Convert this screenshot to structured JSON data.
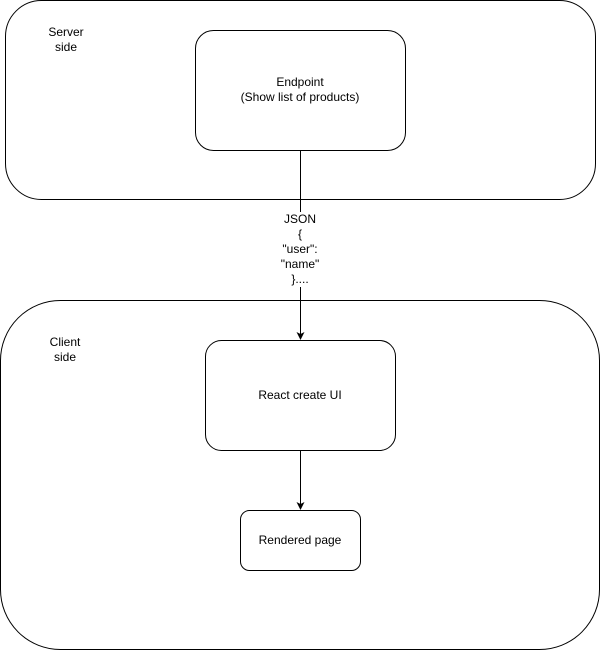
{
  "server_zone": {
    "label_line1": "Server",
    "label_line2": "side"
  },
  "endpoint_box": {
    "line1": "Endpoint",
    "line2": "(Show list of products)"
  },
  "json_payload": {
    "line1": "JSON",
    "line2": "{",
    "line3": "\"user\":",
    "line4": "\"name\"",
    "line5": "}...."
  },
  "client_zone": {
    "label_line1": "Client",
    "label_line2": "side"
  },
  "react_box": {
    "label": "React create UI"
  },
  "rendered_box": {
    "label": "Rendered page"
  },
  "colors": {
    "stroke": "#000000",
    "fill": "#ffffff"
  }
}
